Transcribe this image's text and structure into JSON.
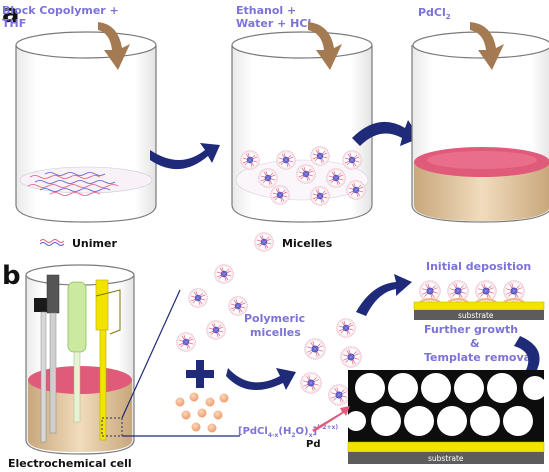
{
  "panel_a": {
    "letter": "a",
    "step1_line1": "Block Copolymer +",
    "step1_line2": "THF",
    "step2_line1": "Ethanol +",
    "step2_line2": "Water + HCl",
    "step3_prefix": "PdCl",
    "step3_sub": "2",
    "legend_unimer": "Unimer",
    "legend_micelles": "Micelles"
  },
  "panel_b": {
    "letter": "b",
    "cell_label": "Electrochemical cell",
    "polymeric_line1": "Polymeric",
    "polymeric_line2": "micelles",
    "pd_ion_main": "[PdCl",
    "pd_ion_sub": "4-x",
    "pd_ion_mid": "(H",
    "pd_ion_sub2": "2",
    "pd_ion_mid2": "O)",
    "pd_ion_sub3": "x",
    "pd_ion_end": "]",
    "pd_ion_sup": "(-2+x)",
    "initial_deposition": "Initial deposition",
    "further_growth": "Further growth",
    "ampersand": "&",
    "template_removal": "Template removal",
    "substrate_top": "substrate",
    "substrate_bottom": "substrate",
    "pd_label": "Pd"
  },
  "colors": {
    "label_purple": "#7b73d6",
    "arrow_navy": "#1f2a78",
    "dropper_tan": "#a47a52",
    "solution_pink": "#e05a7a",
    "solution_tan": "#e4c9a0",
    "substrate_gray": "#5c5c5c",
    "substrate_yellow": "#f2e400",
    "pd_precursor": "#f3b48a"
  }
}
